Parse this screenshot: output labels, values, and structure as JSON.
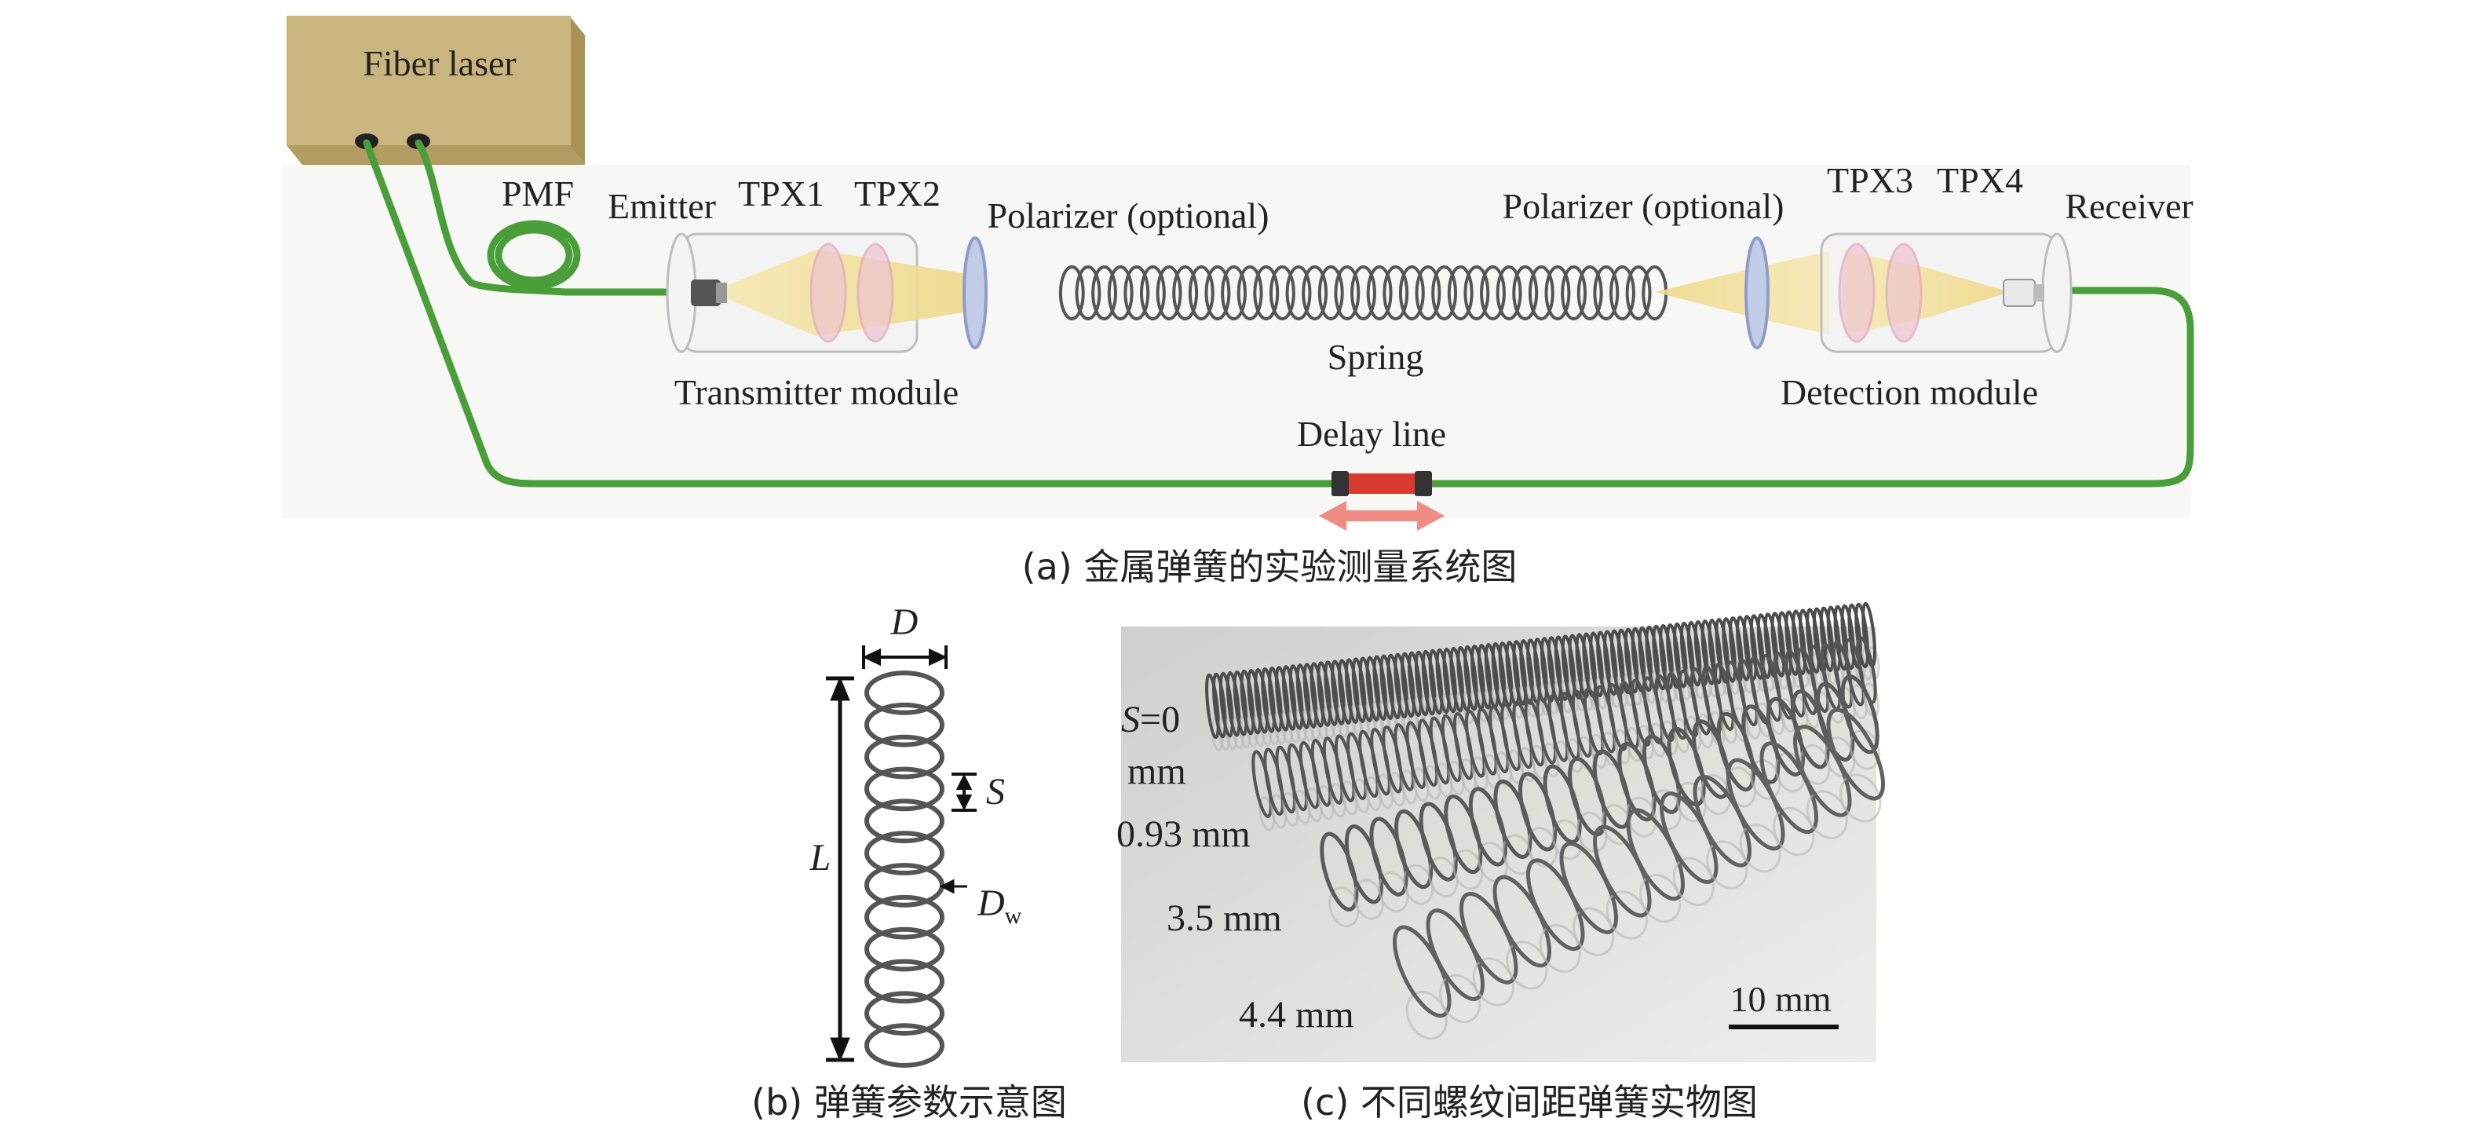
{
  "panel_a": {
    "source_label": "Fiber laser",
    "pmf_label": "PMF",
    "emitter_label": "Emitter",
    "tpx1_label": "TPX1",
    "tpx2_label": "TPX2",
    "polarizer_left_label": "Polarizer (optional)",
    "polarizer_right_label": "Polarizer (optional)",
    "tpx3_label": "TPX3",
    "tpx4_label": "TPX4",
    "receiver_label": "Receiver",
    "spring_label": "Spring",
    "transmitter_module_label": "Transmitter module",
    "detection_module_label": "Detection module",
    "delay_line_label": "Delay line",
    "caption": "(a) 金属弹簧的实验测量系统图"
  },
  "panel_b": {
    "d_label": "D",
    "s_label": "S",
    "l_label": "L",
    "dw_label_main": "D",
    "dw_label_sub": "w",
    "caption": "(b) 弹簧参数示意图"
  },
  "panel_c": {
    "spacing_s_symbol": "S",
    "spacing_s_value": "=0",
    "spacing_s_unit": "mm",
    "spacing_2": "0.93 mm",
    "spacing_3": "3.5 mm",
    "spacing_4": "4.4 mm",
    "scale_bar": "10 mm",
    "caption": "(c) 不同螺纹间距弹簧实物图"
  },
  "colors": {
    "fiber": "#4a9e3a",
    "laser_box": "#cbb57e",
    "beam": "#f0dc90",
    "lens": "#e8b8c8",
    "polarizer": "#9fb0d8",
    "delay_arrow": "#f08c84",
    "delay_core": "#d83a30"
  }
}
